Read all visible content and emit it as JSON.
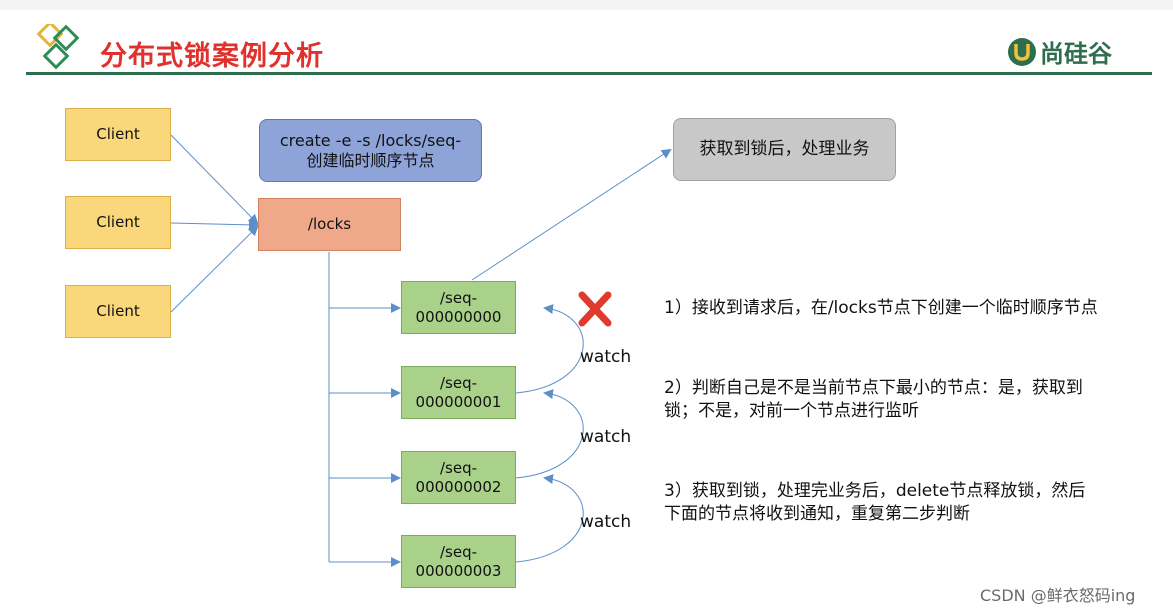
{
  "slide": {
    "title": "分布式锁案例分析",
    "logo": "尚硅谷"
  },
  "diagram": {
    "clients": [
      "Client",
      "Client",
      "Client"
    ],
    "command": {
      "line1": "create -e -s /locks/seq-",
      "line2": "创建临时顺序节点"
    },
    "locks": "/locks",
    "result": "获取到锁后，处理业务",
    "seqs": [
      "/seq-000000000",
      "/seq-000000001",
      "/seq-000000002",
      "/seq-000000003"
    ],
    "watches": [
      "watch",
      "watch",
      "watch"
    ]
  },
  "steps": [
    {
      "line1": "1）接收到请求后，在/locks节点下创建一个临时顺序节点",
      "line2": ""
    },
    {
      "line1": "2）判断自己是不是当前节点下最小的节点：是，获取到",
      "line2": "锁；不是，对前一个节点进行监听"
    },
    {
      "line1": "3）获取到锁，处理完业务后，delete节点释放锁，然后",
      "line2": "下面的节点将收到通知，重复第二步判断"
    }
  ],
  "watermark": "CSDN @鲜衣怒码ing",
  "colors": {
    "title": "#e0312d",
    "brand_green": "#2e6e4f",
    "client": "#f9d77a",
    "locks": "#f0a88a",
    "seq": "#a9d18a",
    "command": "#8ea3d8",
    "result": "#c8c8c8",
    "connector": "#5b8fc9",
    "cross": "#e03a2f"
  },
  "icons": {
    "header_logo": "diamond-logo-icon",
    "brand_logo": "u-logo-icon",
    "rejected_marker": "red-cross-icon"
  }
}
